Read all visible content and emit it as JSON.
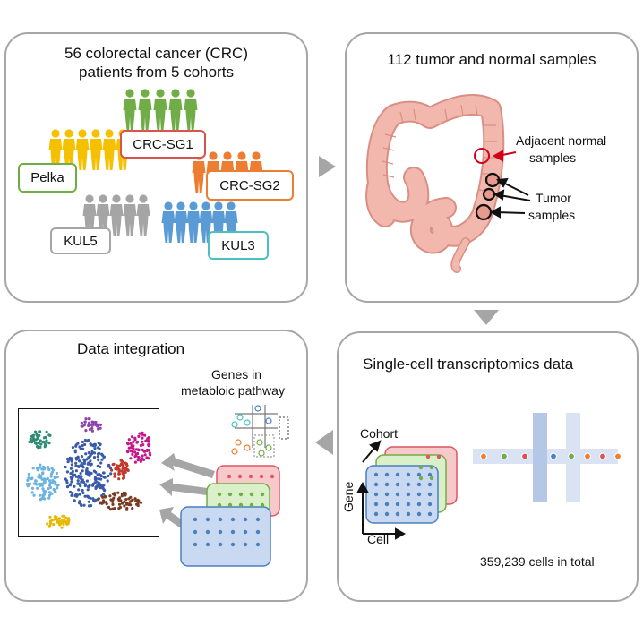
{
  "panels": {
    "cohorts": {
      "title_line1": "56 colorectal cancer (CRC)",
      "title_line2": "patients from 5 cohorts",
      "labels": {
        "crc_sg1": "CRC-SG1",
        "pelka": "Pelka",
        "crc_sg2": "CRC-SG2",
        "kul5": "KUL5",
        "kul3": "KUL3"
      }
    },
    "samples": {
      "title": "112 tumor and normal samples",
      "normal_line1": "Adjacent normal",
      "normal_line2": "samples",
      "tumor_line1": "Tumor",
      "tumor_line2": "samples"
    },
    "scrna": {
      "title": "Single-cell transcriptomics data",
      "axis_cohort": "Cohort",
      "axis_gene": "Gene",
      "axis_cell": "Cell",
      "total": "359,239 cells in total"
    },
    "integration": {
      "title": "Data integration",
      "genes_line1": "Genes in",
      "genes_line2": "metabloic pathway"
    }
  },
  "colors": {
    "panel_border": "#a6a6a6",
    "arrow": "#a6a6a6",
    "crc_sg1": "#70ad47",
    "pelka": "#f5c000",
    "crc_sg2": "#ed7d31",
    "kul5": "#a5a5a5",
    "kul3": "#5b9bd5",
    "crc_sg1_border": "#d9534f",
    "pelka_border": "#70ad47",
    "crc_sg2_border": "#ed7d31",
    "kul5_border": "#a5a5a5",
    "kul3_border": "#4bc0c0",
    "colon": "#f2b8ad",
    "normal_marker": "#d0021b",
    "matrix_red": "#f7c9cb",
    "matrix_green": "#d9f0c9",
    "matrix_blue": "#c9d9f2"
  }
}
